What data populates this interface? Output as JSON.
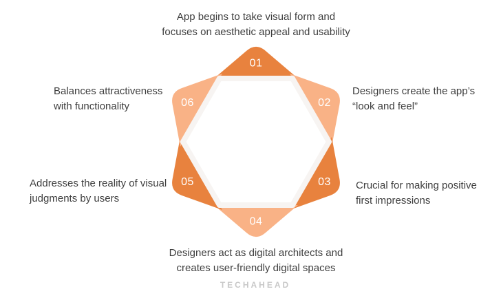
{
  "colors": {
    "step_dark": "#e8823e",
    "step_light": "#f9b286",
    "hexagon_fill": "#ffffff",
    "hexagon_border": "#f7f4f2",
    "number_text": "#ffffff",
    "label_text": "#3e3e3e",
    "logo_gray": "#c8c8c8",
    "background": "#ffffff"
  },
  "steps": [
    {
      "number": "01",
      "tone": "dark",
      "label": "App begins to take visual form and\nfocuses on aesthetic appeal and usability"
    },
    {
      "number": "02",
      "tone": "light",
      "label": "Designers create the app’s\n“look and feel”"
    },
    {
      "number": "03",
      "tone": "dark",
      "label": "Crucial for making positive\nfirst impressions"
    },
    {
      "number": "04",
      "tone": "light",
      "label": "Designers act as digital architects and\ncreates user-friendly digital spaces"
    },
    {
      "number": "05",
      "tone": "dark",
      "label": "Addresses the reality of visual\njudgments by users"
    },
    {
      "number": "06",
      "tone": "light",
      "label": "Balances attractiveness\nwith functionality"
    }
  ],
  "footer": {
    "logo": "TECHAHEAD"
  }
}
